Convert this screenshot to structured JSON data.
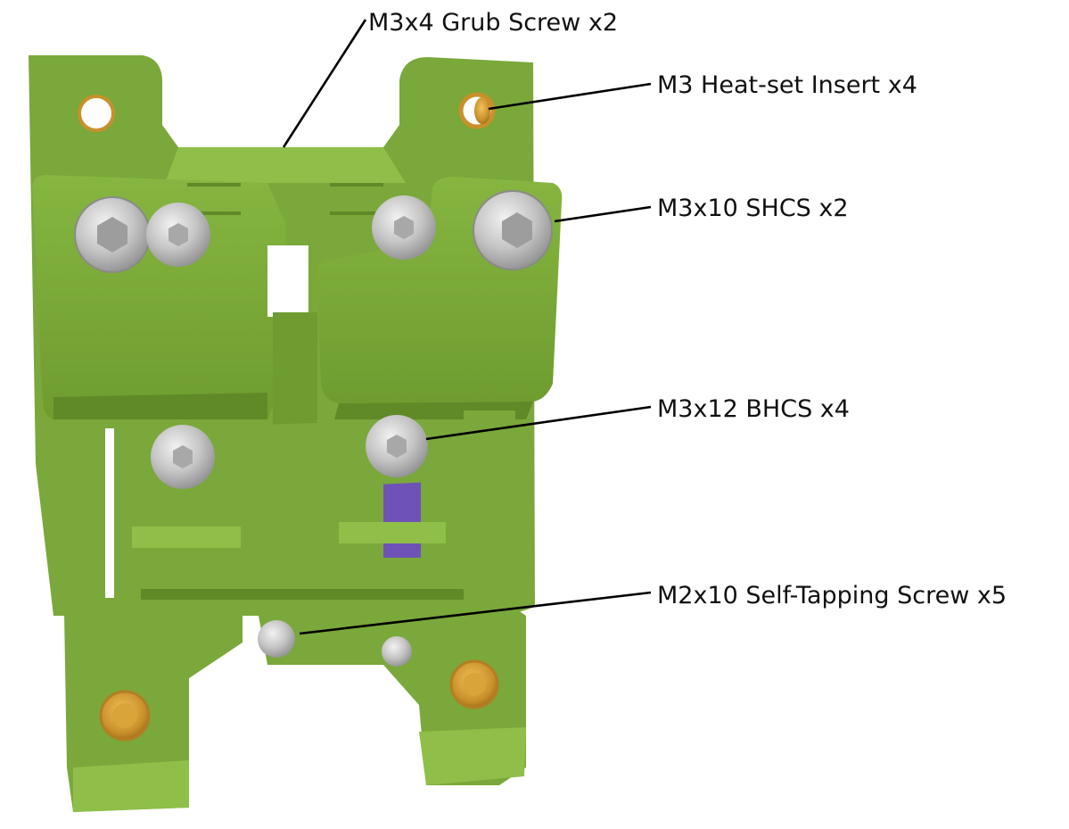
{
  "diagram": {
    "colors": {
      "part_green": "#7aa83a",
      "part_green_dark": "#5f8a27",
      "part_green_light": "#8fbf48",
      "screw_silver": "#c9c9c9",
      "insert_brass": "#d9a43a",
      "purple_part": "#6f52b8"
    },
    "callouts": [
      {
        "id": "grub-screw",
        "label": "M3x4 Grub Screw x2"
      },
      {
        "id": "heat-set-insert",
        "label": "M3 Heat-set Insert x4"
      },
      {
        "id": "shcs",
        "label": "M3x10 SHCS x2"
      },
      {
        "id": "bhcs",
        "label": "M3x12 BHCS x4"
      },
      {
        "id": "self-tapping-screw",
        "label": "M2x10 Self-Tapping Screw x5"
      }
    ]
  }
}
